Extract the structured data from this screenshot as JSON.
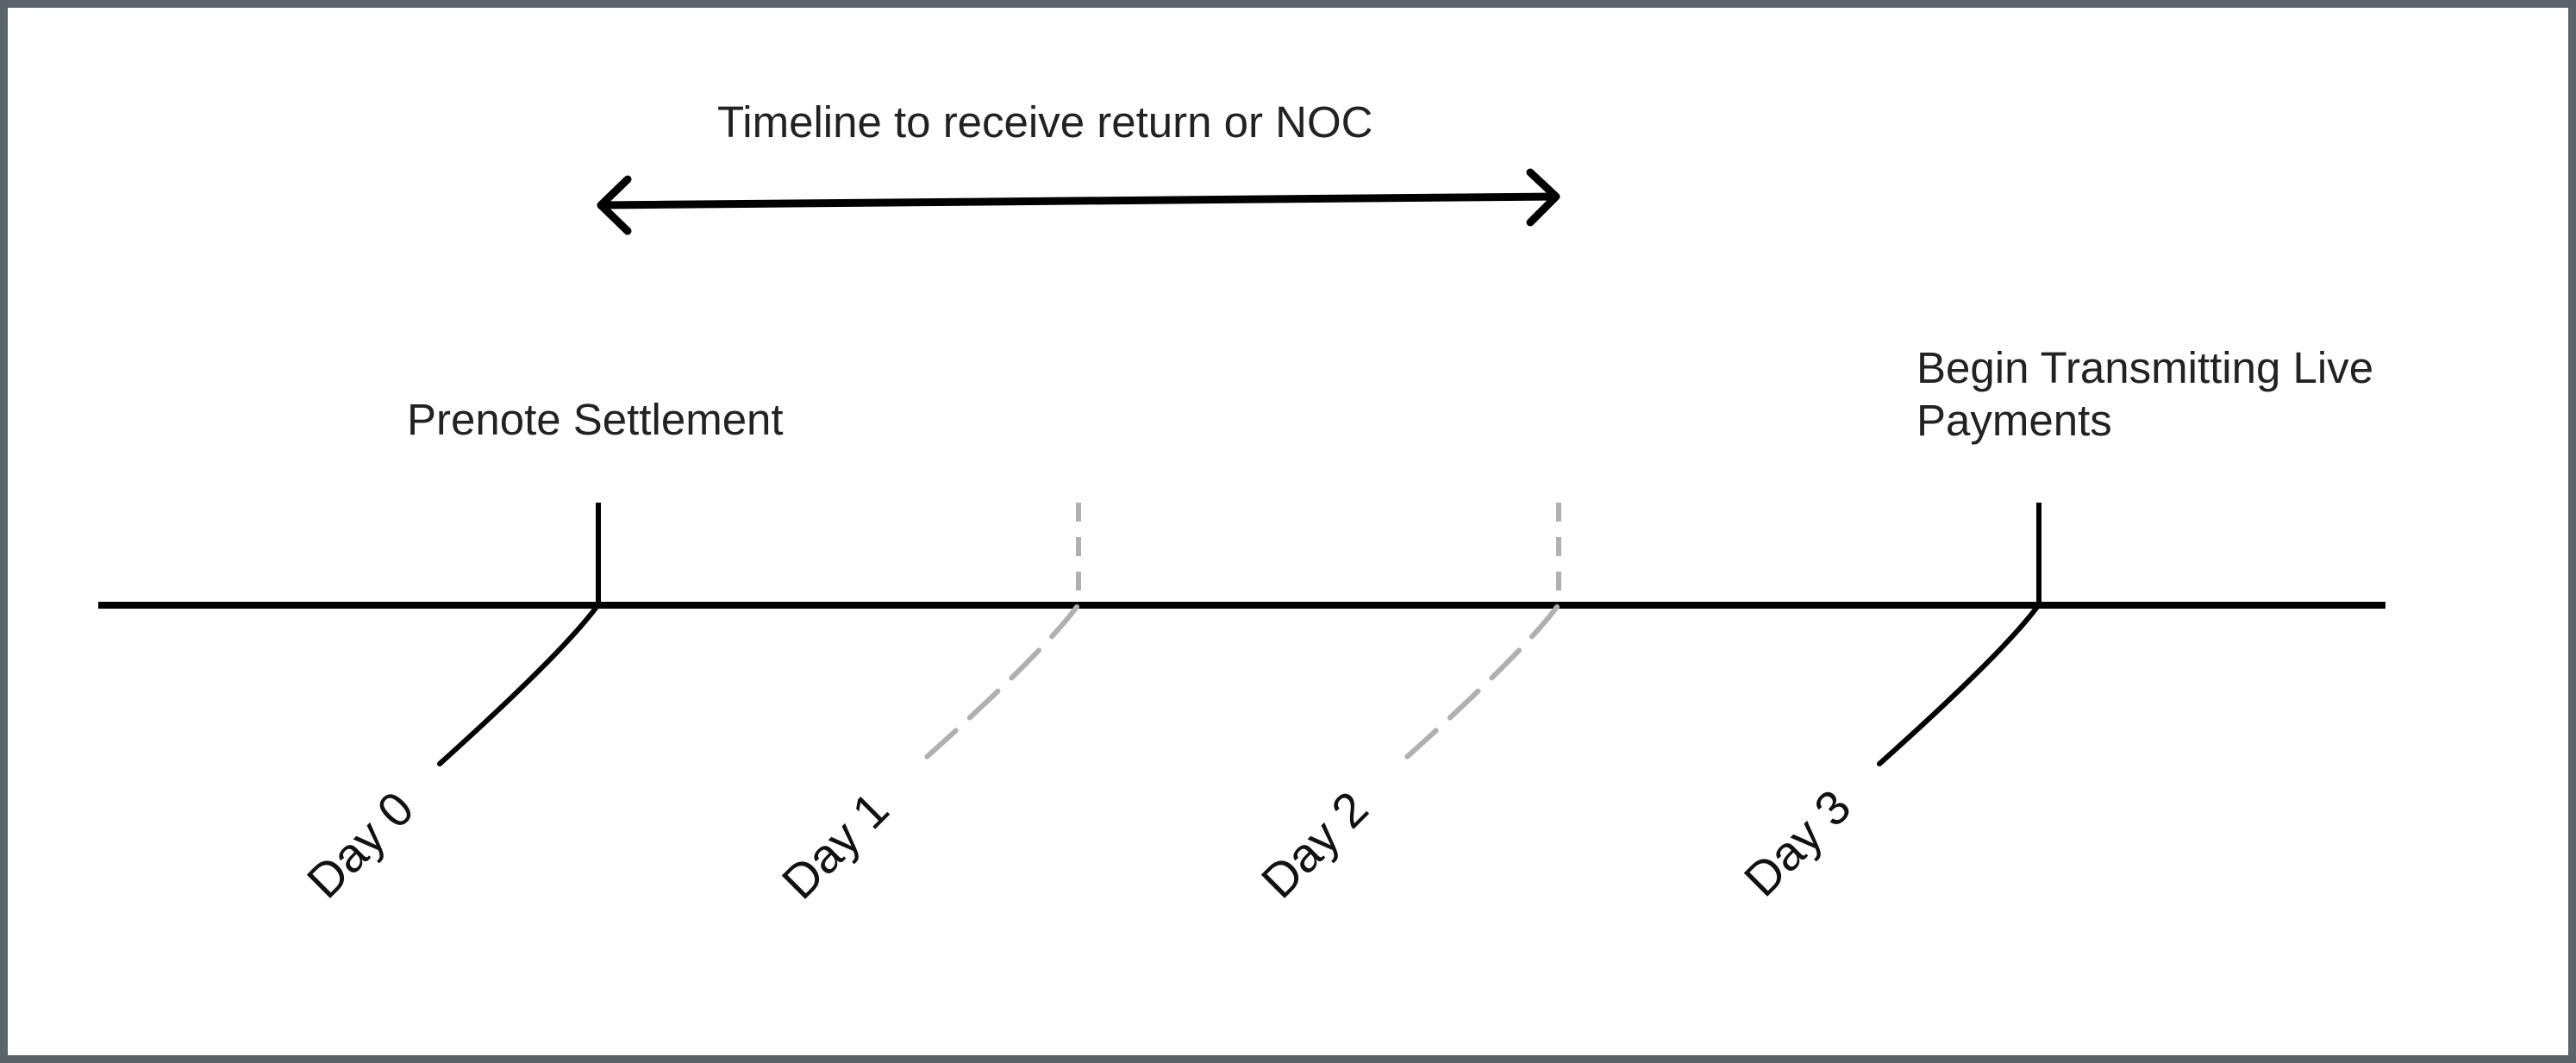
{
  "diagram": {
    "type": "timeline",
    "title": "Timeline to receive return or NOC",
    "milestones": [
      {
        "label": "Prenote Settlement",
        "day": "Day 0",
        "style": "solid"
      },
      {
        "label": "",
        "day": "Day 1",
        "style": "dashed"
      },
      {
        "label": "",
        "day": "Day 2",
        "style": "dashed"
      },
      {
        "label_line1": "Begin Transmitting Live",
        "label_line2": "Payments",
        "day": "Day 3",
        "style": "solid"
      }
    ],
    "arrow": {
      "from": "Day 0",
      "to": "Day 2",
      "icon": "double-headed-arrow-icon"
    },
    "colors": {
      "frame": "#5a6369",
      "line": "#000000",
      "dashed": "#b0b0b0",
      "text": "#222222"
    }
  }
}
